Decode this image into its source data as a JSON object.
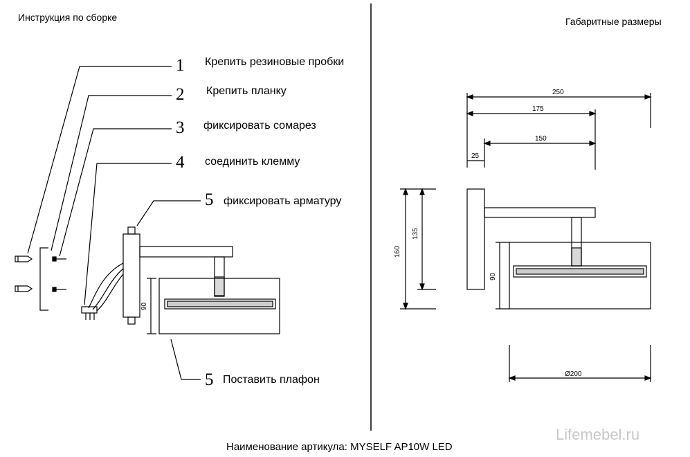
{
  "headers": {
    "left": "Инструкция по сборке",
    "right": "Габаритные размеры"
  },
  "steps": [
    {
      "number": "1",
      "text": "Крепить резиновые пробки"
    },
    {
      "number": "2",
      "text": "Крепить планку"
    },
    {
      "number": "3",
      "text": "фиксировать сомарез"
    },
    {
      "number": "4",
      "text": "соединить клемму"
    },
    {
      "number": "5",
      "text": "фиксировать арматуру"
    },
    {
      "number": "5",
      "text": "Поставить плафон"
    }
  ],
  "dimensions": {
    "width_total": "250",
    "arm_length": "175",
    "shade_offset": "150",
    "plate_width": "25",
    "height_total": "160",
    "height_mount": "135",
    "shade_height": "90",
    "shade_height_left": "90",
    "shade_diameter": "Ø200"
  },
  "footer": {
    "article": "Наименование артикула: MYSELF AP10W LED"
  },
  "watermark": "Lifemebel.ru"
}
